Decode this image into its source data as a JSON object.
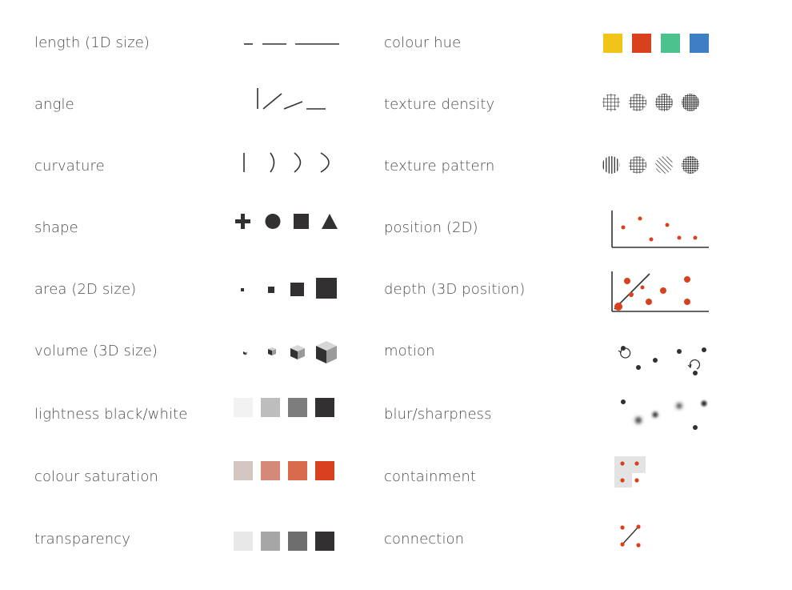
{
  "left_column": [
    {
      "label": "length (1D size)",
      "icon": "length-lines"
    },
    {
      "label": "angle",
      "icon": "angle-lines"
    },
    {
      "label": "curvature",
      "icon": "curvature-arcs"
    },
    {
      "label": "shape",
      "icon": "shape-symbols"
    },
    {
      "label": "area (2D size)",
      "icon": "area-squares"
    },
    {
      "label": "volume (3D size)",
      "icon": "volume-cubes"
    },
    {
      "label": "lightness black/white",
      "icon": "lightness-squares"
    },
    {
      "label": "colour saturation",
      "icon": "saturation-squares"
    },
    {
      "label": "transparency",
      "icon": "transparency-squares"
    }
  ],
  "right_column": [
    {
      "label": "colour hue",
      "icon": "hue-squares"
    },
    {
      "label": "texture density",
      "icon": "texture-density-circles"
    },
    {
      "label": "texture pattern",
      "icon": "texture-pattern-circles"
    },
    {
      "label": "position (2D)",
      "icon": "position-2d-plot"
    },
    {
      "label": "depth (3D position)",
      "icon": "depth-3d-plot"
    },
    {
      "label": "motion",
      "icon": "motion-dots"
    },
    {
      "label": "blur/sharpness",
      "icon": "blur-dots"
    },
    {
      "label": "containment",
      "icon": "containment-box"
    },
    {
      "label": "connection",
      "icon": "connection-dots"
    }
  ],
  "colors": {
    "ink": "#333031",
    "accent_red": "#d9411e",
    "hue": [
      "#f0c419",
      "#d9411e",
      "#4cc28f",
      "#3d7ec4"
    ],
    "lightness": [
      "#f2f2f2",
      "#bdbdbd",
      "#7d7d7d",
      "#333031"
    ],
    "saturation": [
      "#d4c6c0",
      "#d48a76",
      "#d96b4c",
      "#d9411e"
    ],
    "transparency": [
      "#e8e8e8",
      "#a6a6a6",
      "#6e6e6e",
      "#333031"
    ]
  }
}
